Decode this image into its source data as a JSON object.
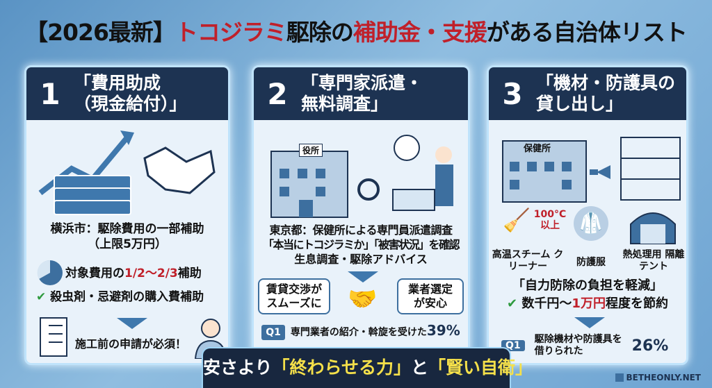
{
  "title": {
    "part1": "【2026最新】",
    "part2": "トコジラミ",
    "part3": "駆除の",
    "part4": "補助金・支援",
    "part5": "がある自治体リスト"
  },
  "panels": [
    {
      "number": "1",
      "heading_line1": "「費用助成",
      "heading_line2": "（現金給付）」",
      "city": "横浜市：駆除費用の一部補助",
      "limit": "（上限5万円）",
      "ratio_prefix": "対象費用の",
      "ratio": "1/2〜2/3",
      "ratio_suffix": "補助",
      "check_item": "殺虫剤・忌避剤の購入費補助",
      "note": "施工前の申請が必須！"
    },
    {
      "number": "2",
      "heading_line1": "「専門家派遣・",
      "heading_line2": "無料調査」",
      "building_sign": "役所",
      "line1": "東京都：保健所による専門員派遣調査",
      "line2": "「本当にトコジラミか」「被害状況」を確認",
      "line3": "生息調査・駆除アドバイス",
      "bubble_left": "賃貸交渉が スムーズに",
      "bubble_right": "業者選定 が安心",
      "q_label": "Q1",
      "q_text": "専門業者の紹介・斡旋を受けた",
      "q_value": "39%"
    },
    {
      "number": "3",
      "heading_line1": "「機材・防護具の",
      "heading_line2": "貸し出し」",
      "building_sign": "保健所",
      "temp": "100°C 以上",
      "item1": "高温スチーム クリーナー",
      "item2": "防護服",
      "item3": "熱処理用 隔離テント",
      "burden": "「自力防除の負担を軽減」",
      "save_prefix": "数千円〜",
      "save_value": "1万円",
      "save_suffix": "程度を節約",
      "q_label": "Q1",
      "q_text": "駆除機材や防護具を借りられた",
      "q_value": "26%"
    }
  ],
  "banner": {
    "part1": "安さより",
    "part2": "「終わらせる力」",
    "part3": "と",
    "part4": "「賢い自衛」"
  },
  "logo": "BETHEONLY.NET",
  "colors": {
    "navy": "#1d3352",
    "red": "#c0202a",
    "yellow": "#f5e04a",
    "accent": "#3d6f9f"
  }
}
